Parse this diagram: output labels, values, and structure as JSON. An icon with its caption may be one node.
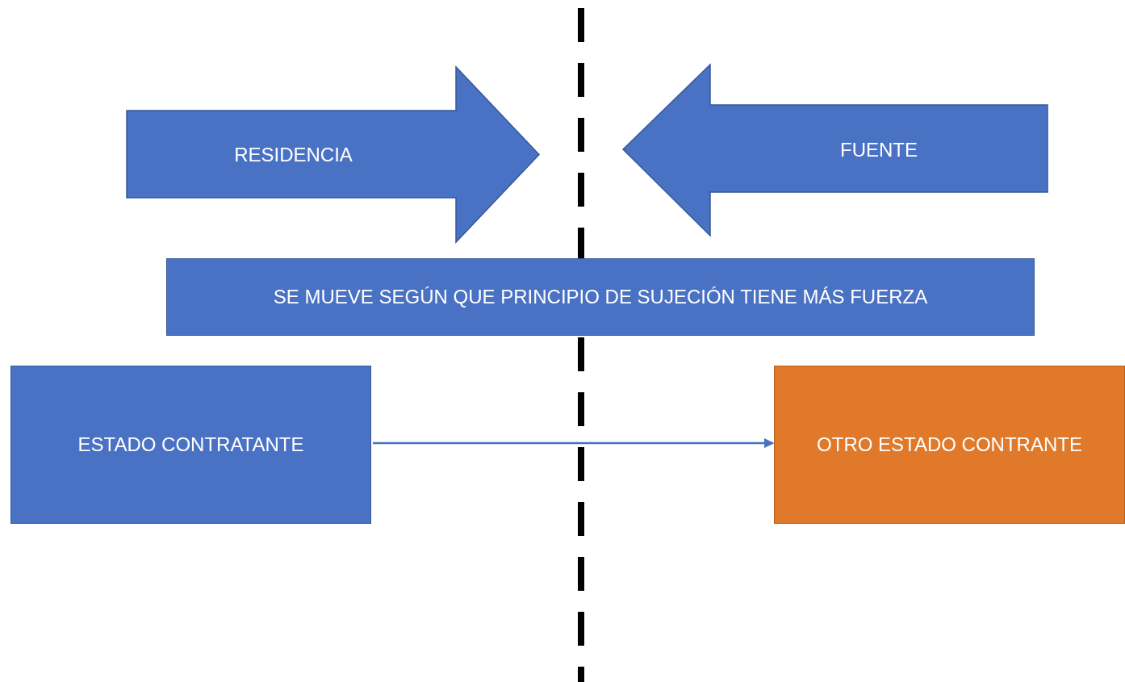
{
  "diagram": {
    "nodes": [
      {
        "text": [
          "RESIDENCIA"
        ]
      },
      {
        "text": [
          "FUENTE"
        ]
      },
      {
        "text": [
          "SE MUEVE SEGÚN QUE PRINCIPIO DE SUJECIÓN TIENE MÁS FUERZA"
        ]
      },
      {
        "text": [
          "ESTADO CONTRATANTE"
        ]
      },
      {
        "text": [
          "OTRO ESTADO CONTRANTE"
        ]
      }
    ],
    "edges": [
      {
        "from": 3,
        "to": 4,
        "arrow": "to"
      }
    ]
  }
}
